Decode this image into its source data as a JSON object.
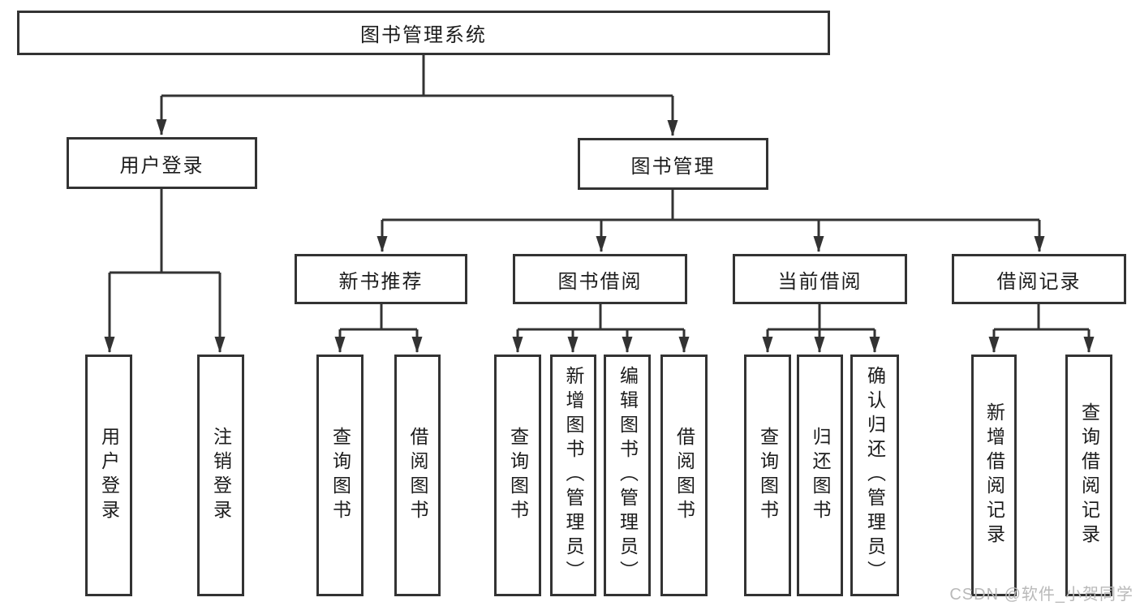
{
  "diagram": {
    "type": "tree",
    "title": "图书管理系统",
    "tree": {
      "root": {
        "label": "图书管理系统",
        "children": [
          {
            "label": "用户登录",
            "children": [
              {
                "label": "用户登录"
              },
              {
                "label": "注销登录"
              }
            ]
          },
          {
            "label": "图书管理",
            "children": [
              {
                "label": "新书推荐",
                "children": [
                  {
                    "label": "查询图书"
                  },
                  {
                    "label": "借阅图书"
                  }
                ]
              },
              {
                "label": "图书借阅",
                "children": [
                  {
                    "label": "查询图书"
                  },
                  {
                    "label": "新增图书（管理员）"
                  },
                  {
                    "label": "编辑图书（管理员）"
                  },
                  {
                    "label": "借阅图书"
                  }
                ]
              },
              {
                "label": "当前借阅",
                "children": [
                  {
                    "label": "查询图书"
                  },
                  {
                    "label": "归还图书"
                  },
                  {
                    "label": "确认归还（管理员）"
                  }
                ]
              },
              {
                "label": "借阅记录",
                "children": [
                  {
                    "label": "新增借阅记录"
                  },
                  {
                    "label": "查询借阅记录"
                  }
                ]
              }
            ]
          }
        ]
      }
    },
    "colors": {
      "line": "#333333",
      "box_border": "#333333",
      "box_background": "#ffffff",
      "text": "#1c1c1c",
      "watermark": "#b9b9b9"
    }
  },
  "watermark": {
    "text": "CSDN @软件_小贺同学"
  }
}
